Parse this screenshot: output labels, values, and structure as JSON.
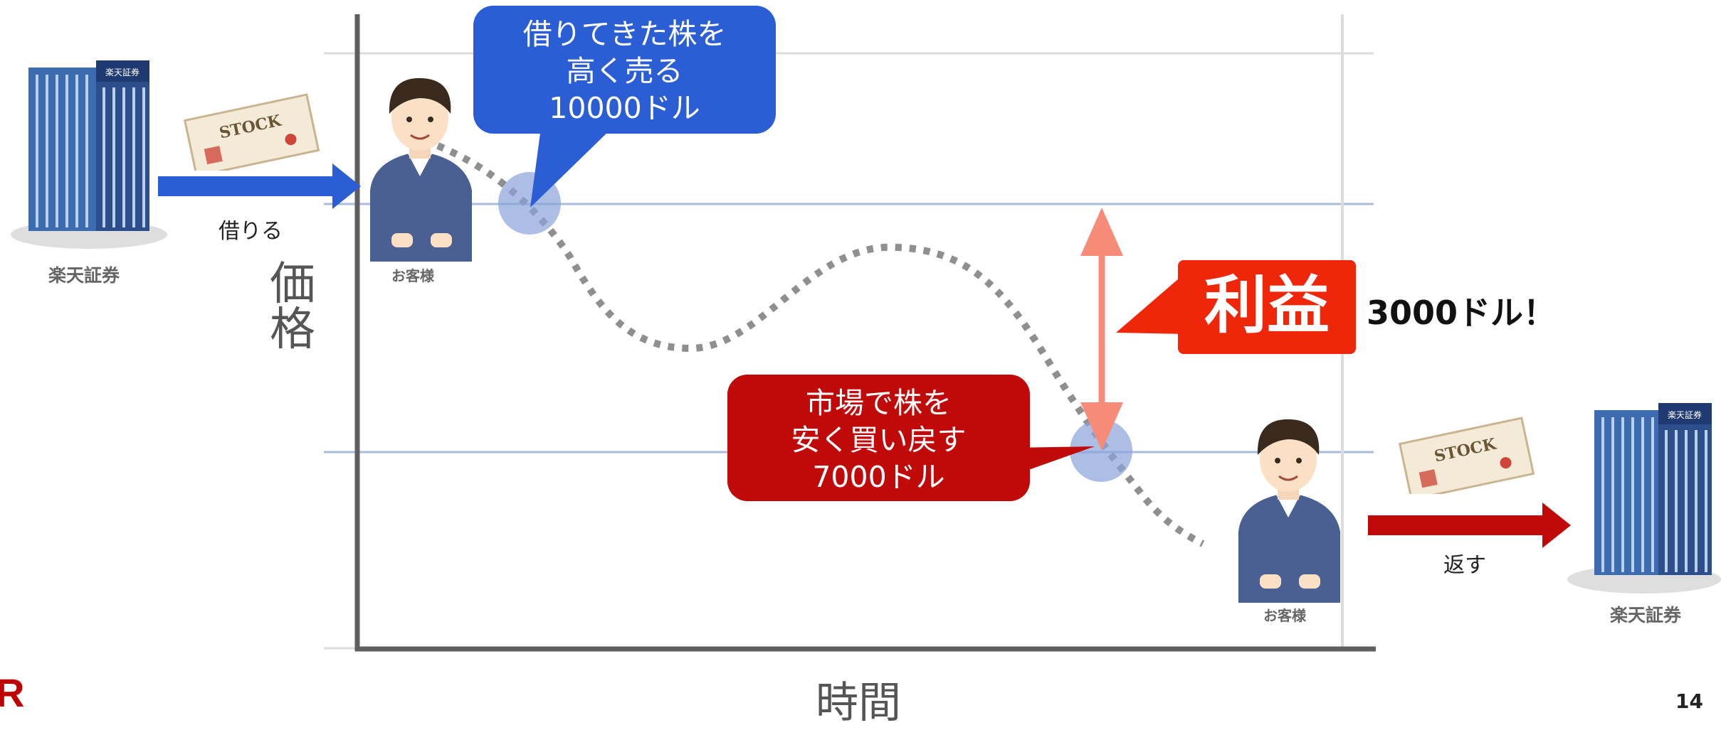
{
  "axes": {
    "y_label_chars": [
      "価",
      "格"
    ],
    "x_label": "時間"
  },
  "bubbles": {
    "sell": {
      "lines": [
        "借りてきた株を",
        "高く売る",
        "10000ドル"
      ]
    },
    "buy": {
      "lines": [
        "市場で株を",
        "安く買い戻す",
        "7000ドル"
      ]
    }
  },
  "flows": {
    "borrow_label": "借りる",
    "return_label": "返す"
  },
  "buildings": {
    "left_caption": "楽天証券",
    "right_caption": "楽天証券",
    "sign_text": "楽天証券"
  },
  "customers": {
    "left_caption": "お客様",
    "right_caption": "お客様"
  },
  "stock_cert": {
    "text": "STOCK"
  },
  "profit": {
    "label": "利益",
    "amount": "3000ドル！"
  },
  "page_number": "14",
  "logo_text": "R",
  "colors": {
    "blue_bubble": "#2b5dd4",
    "red_bubble": "#c00a0a",
    "profit_box": "#f0260a",
    "profit_arrow": "#f78b79",
    "blue_arrow": "#2b5dd4",
    "red_arrow": "#c00a0a"
  }
}
